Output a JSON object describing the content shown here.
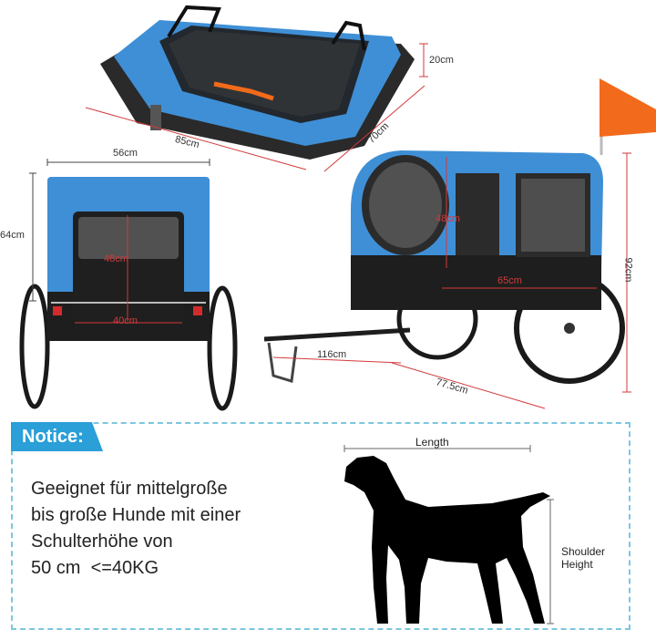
{
  "dimensions": {
    "top_height": "20cm",
    "top_width": "70cm",
    "top_length": "85cm",
    "rear_width": "56cm",
    "rear_height": "64cm",
    "rear_inner_height": "48cm",
    "rear_inner_width": "40cm",
    "side_inner_height": "48cm",
    "side_inner_width": "65cm",
    "side_total_height": "92cm",
    "side_total_length": "116cm",
    "side_depth": "77.5cm"
  },
  "notice": {
    "tab_label": "Notice:",
    "lines": [
      "Geeignet für mittelgroße",
      "bis große Hunde mit einer",
      "Schulterhöhe von",
      "50 cm  <=40KG"
    ]
  },
  "dog_diagram": {
    "length_label": "Length",
    "shoulder_label_line1": "Shoulder",
    "shoulder_label_line2": "Height"
  },
  "colors": {
    "trailer_blue": "#3f8fd6",
    "trailer_black": "#1e1e1e",
    "flag_orange": "#f26a1b",
    "notice_blue": "#2a9fd8",
    "notice_border": "#7cc6e0",
    "dimension_red": "#d23a3a"
  }
}
